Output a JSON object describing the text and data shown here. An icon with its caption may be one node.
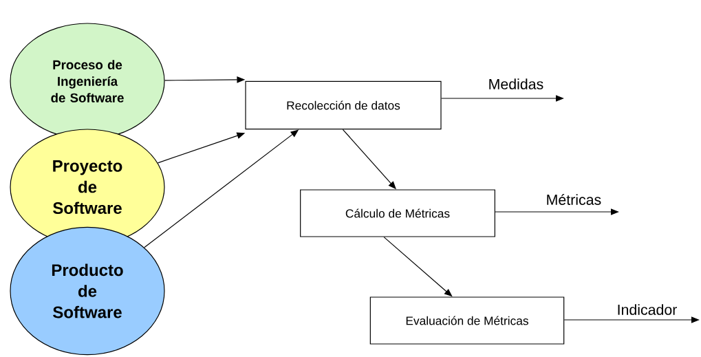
{
  "diagram": {
    "nodes": [
      {
        "text": [
          "Proceso de Ingeniería de Software"
        ]
      },
      {
        "text": [
          "Proyecto de Software"
        ]
      },
      {
        "text": [
          "Producto de Software"
        ]
      },
      {
        "text": [
          "Recolección de datos"
        ]
      },
      {
        "text": [
          "Cálculo de Métricas"
        ]
      },
      {
        "text": [
          "Evaluación de Métricas"
        ]
      }
    ],
    "edges": [
      {
        "from": 0,
        "to": 3,
        "arrow": "to"
      },
      {
        "from": 1,
        "to": 3,
        "arrow": "to"
      },
      {
        "from": 2,
        "to": 3,
        "arrow": "to"
      },
      {
        "from": 3,
        "to": 4,
        "arrow": "to"
      },
      {
        "from": 4,
        "to": 5,
        "arrow": "to"
      },
      {
        "from": 3,
        "to": null,
        "label": "Medidas",
        "arrow": "to"
      },
      {
        "from": 4,
        "to": null,
        "label": "Métricas",
        "arrow": "to"
      },
      {
        "from": 5,
        "to": null,
        "label": "Indicador",
        "arrow": "to"
      }
    ]
  }
}
